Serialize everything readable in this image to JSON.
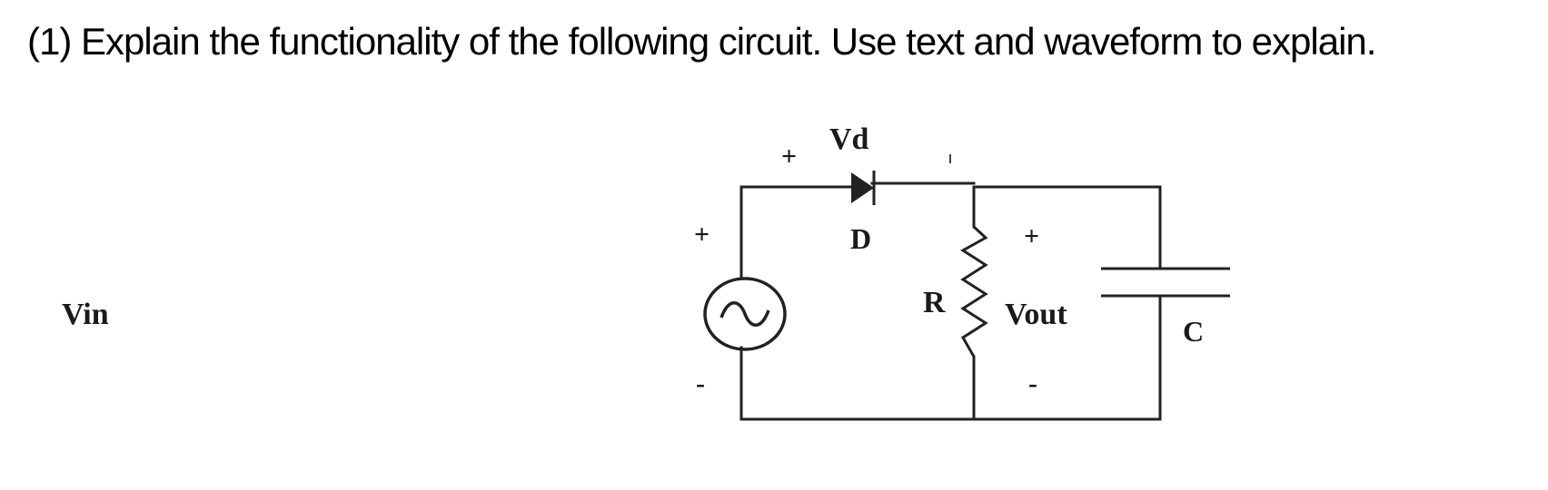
{
  "question": {
    "text": "(1) Explain the functionality of the following circuit. Use text and waveform to explain."
  },
  "circuit": {
    "labels": {
      "vd": "Vd",
      "vd_plus": "+",
      "diode": "D",
      "vin": "Vin",
      "vin_plus": "+",
      "vin_minus": "-",
      "resistor": "R",
      "vout": "Vout",
      "vout_plus": "+",
      "vout_minus": "-",
      "capacitor": "C"
    },
    "colors": {
      "wire": "#222222",
      "text": "#1a1a1a"
    }
  }
}
